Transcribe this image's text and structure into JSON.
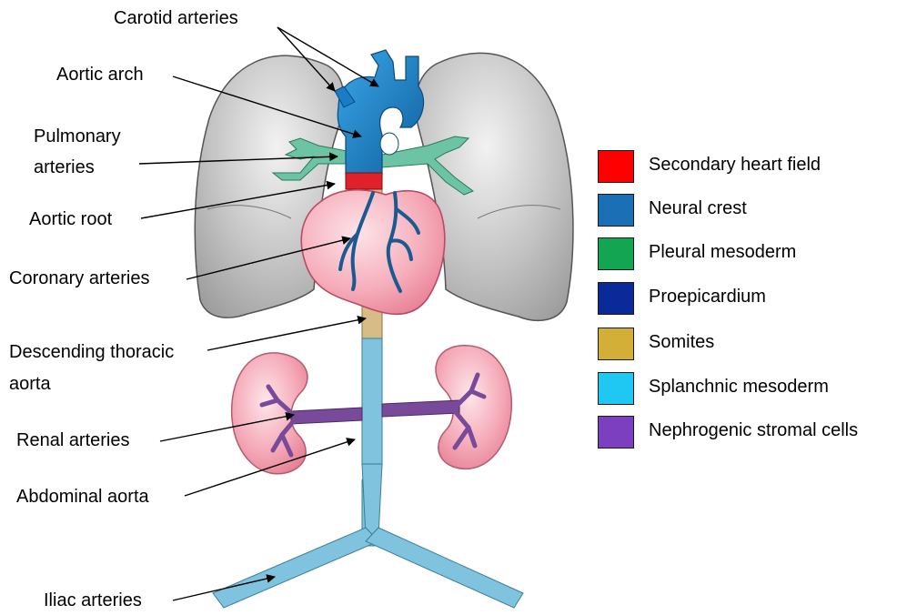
{
  "labels": {
    "carotid_arteries": "Carotid arteries",
    "aortic_arch": "Aortic arch",
    "pulmonary_arteries_line1": "Pulmonary",
    "pulmonary_arteries_line2": "arteries",
    "aortic_root": "Aortic root",
    "coronary_arteries": "Coronary arteries",
    "descending_thoracic_line1": "Descending thoracic",
    "descending_thoracic_line2": "aorta",
    "renal_arteries": "Renal arteries",
    "abdominal_aorta": "Abdominal aorta",
    "iliac_arteries": "Iliac arteries"
  },
  "legend": [
    {
      "label": "Secondary heart field",
      "color": "#ff0000"
    },
    {
      "label": "Neural crest",
      "color": "#1a6fb5"
    },
    {
      "label": "Pleural mesoderm",
      "color": "#13a552"
    },
    {
      "label": "Proepicardium",
      "color": "#0a2a9a"
    },
    {
      "label": "Somites",
      "color": "#d4af37"
    },
    {
      "label": "Splanchnic mesoderm",
      "color": "#1fc8f2"
    },
    {
      "label": "Nephrogenic stromal cells",
      "color": "#7b3fbf"
    }
  ],
  "colors": {
    "lung": "#c6c6c6",
    "heart": "#f3a6b4",
    "kidney": "#f2a0b0",
    "aorta_splanchnic": "#7fc3de",
    "aorta_somite": "#d8bc86",
    "neural_crest": "#1a7cc4",
    "pleural": "#6cc4a4",
    "coronary": "#1a5a90",
    "renal": "#7a4a9a",
    "secondary_heart_field": "#e0202a"
  }
}
